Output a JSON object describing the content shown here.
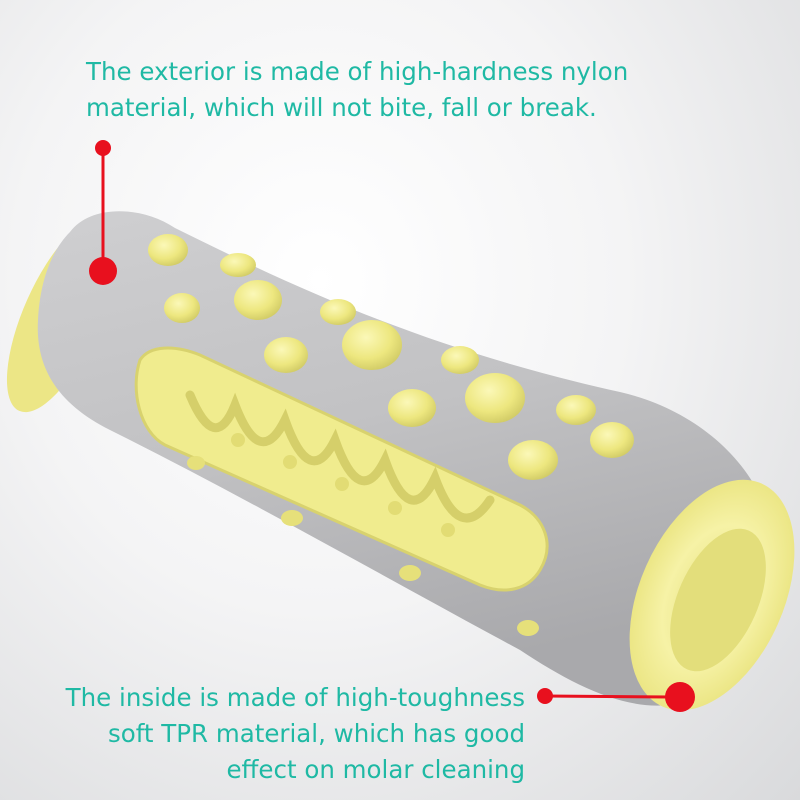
{
  "callouts": {
    "exterior": {
      "lines": [
        "The exterior is made of high-hardness nylon",
        "material, which will not bite, fall or break."
      ]
    },
    "inside": {
      "lines": [
        "The inside is made of high-toughness",
        "soft TPR material, which has good",
        "effect on molar cleaning"
      ]
    }
  },
  "colors": {
    "caption_text": "#1fb9a4",
    "marker": "#e8101e",
    "shell_gray": "#bfbfc1",
    "tpr_yellow": "#f0ec8e"
  }
}
